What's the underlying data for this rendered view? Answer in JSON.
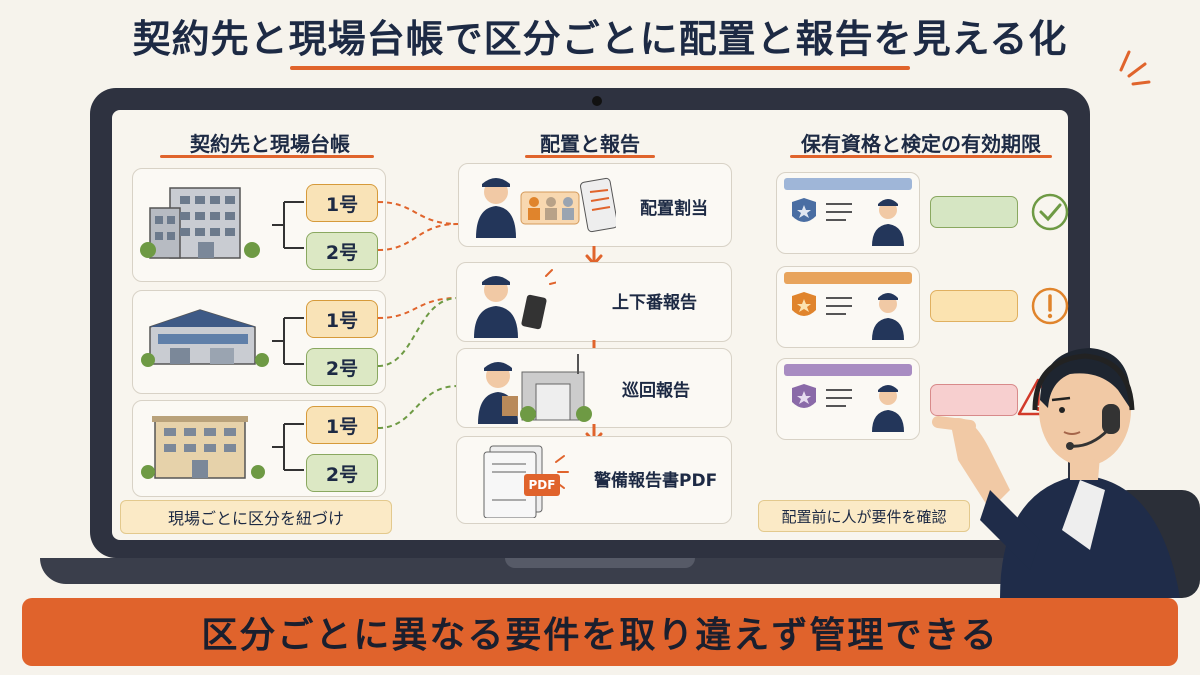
{
  "header": {
    "title": "契約先と現場台帳で区分ごとに配置と報告を見える化"
  },
  "sections": {
    "ledger": {
      "title": "契約先と現場台帳",
      "sites": [
        {
          "tags": [
            "1号",
            "2号"
          ]
        },
        {
          "tags": [
            "1号",
            "2号"
          ]
        },
        {
          "tags": [
            "1号",
            "2号"
          ]
        }
      ],
      "note": "現場ごとに区分を紐づけ"
    },
    "flow": {
      "title": "配置と報告",
      "steps": [
        "配置割当",
        "上下番報告",
        "巡回報告",
        "警備報告書PDF"
      ],
      "pdf_label": "PDF"
    },
    "qualifications": {
      "title": "保有資格と検定の有効期限",
      "status_colors": [
        "#d6e6c3",
        "#fbe3b0",
        "#f7cfcf"
      ],
      "status_icons": [
        "check-icon",
        "exclamation-icon",
        "warning-triangle-icon"
      ],
      "note": "配置前に人が要件を確認"
    }
  },
  "banner": {
    "text": "区分ごとに異なる要件を取り違えず管理できる"
  },
  "colors": {
    "accent": "#e0642c",
    "navy": "#1d2a44",
    "green": "#6e9a44",
    "orange": "#e0842c",
    "red": "#d23a2a"
  }
}
